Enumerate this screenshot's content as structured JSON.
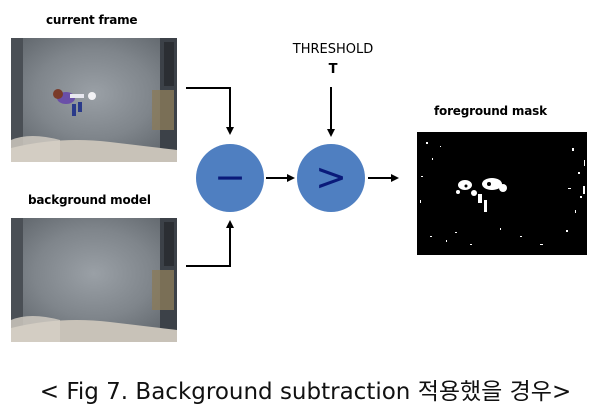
{
  "labels": {
    "current_frame": "current frame",
    "background_model": "background model",
    "threshold": "THRESHOLD",
    "threshold_symbol": "T",
    "foreground_mask": "foreground mask"
  },
  "operators": {
    "subtract": "−",
    "compare": ">"
  },
  "caption": "< Fig 7. Background subtraction 적용했을 경우>",
  "colors": {
    "operator_fill": "#4f7fc1",
    "operator_symbol": "#0a1a7a",
    "mask_background": "#000000",
    "arrow": "#000000"
  },
  "icons": {
    "current_frame_image": "fisheye-camera-frame-with-person",
    "background_model_image": "fisheye-camera-empty-background",
    "foreground_mask_image": "binary-mask-image"
  }
}
